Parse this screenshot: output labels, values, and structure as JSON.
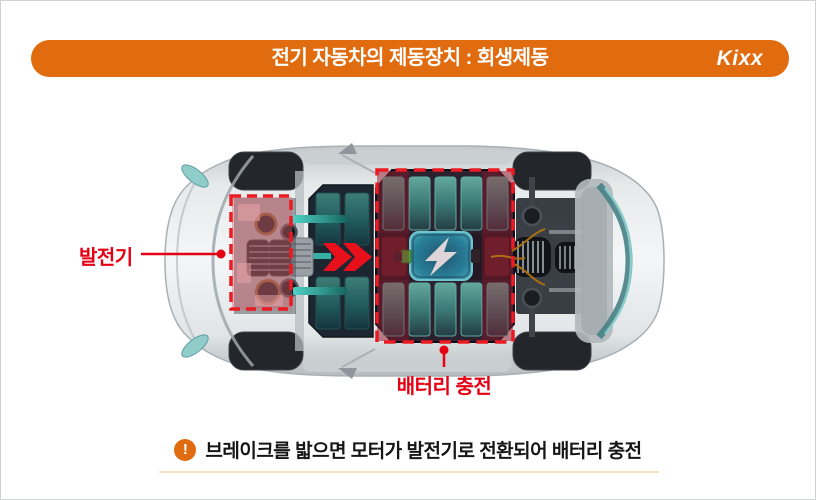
{
  "header": {
    "title": "전기 자동차의 제동장치 : 회생제동",
    "brand": "Kixx"
  },
  "diagram": {
    "generator_label": "발전기",
    "battery_label": "배터리 충전",
    "icons": {
      "chevron": "double-chevron-right-icon",
      "lightning": "lightning-bolt-icon",
      "exclamation": "exclamation-icon"
    }
  },
  "note": {
    "icon_glyph": "!",
    "text": "브레이크를 밟으면 모터가 발전기로 전환되어 배터리 충전"
  },
  "colors": {
    "accent_orange": "#E06C0F",
    "highlight_red": "#EC1B23",
    "label_red": "#E60013",
    "divider_tan": "#F6E2C6",
    "battery_cell_teal": "#2E9488",
    "module_cyan": "#35C8D8",
    "car_silver": "#D9DEE0"
  }
}
